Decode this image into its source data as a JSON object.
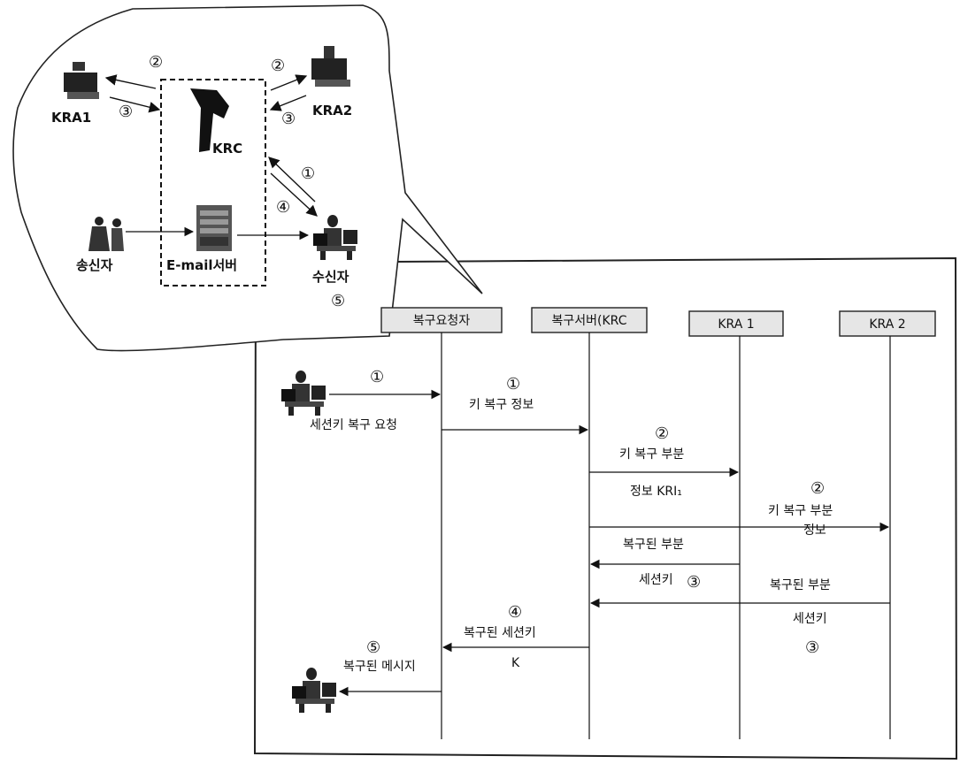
{
  "top_diagram": {
    "actors": {
      "kra1": "KRA1",
      "kra2": "KRA2",
      "krc": "KRC",
      "sender": "송신자",
      "server": "E-mail서버",
      "receiver": "수신자"
    },
    "step_labels": {
      "s2_left": "②",
      "s3_left": "③",
      "s2_right": "②",
      "s3_right": "③",
      "s1": "①",
      "s4": "④",
      "s5": "⑤"
    }
  },
  "sequence_diagram": {
    "lifelines": [
      "복구요청자",
      "복구서버(KRC",
      "KRA 1",
      "KRA 2"
    ],
    "messages": {
      "m1_step": "①",
      "m1_text": "세션키 복구 요청",
      "m1b_step": "①",
      "m1b_text": "키 복구 정보",
      "m2_step": "②",
      "m2_text_a": "키 복구 부분",
      "m2_text_b": "정보 KRI₁",
      "m2b_step": "②",
      "m2b_text_a": "키 복구 부분",
      "m2b_text_b": "정보",
      "m3_text_a": "복구된 부분",
      "m3_text_b": "세션키",
      "m3_step": "③",
      "m3b_text_a": "복구된 부분",
      "m3b_text_b": "세션키",
      "m3b_step": "③",
      "m4_step": "④",
      "m4_text_a": "복구된 세션키",
      "m4_text_b": "K",
      "m5_step": "⑤",
      "m5_text": "복구된 메시지"
    }
  }
}
